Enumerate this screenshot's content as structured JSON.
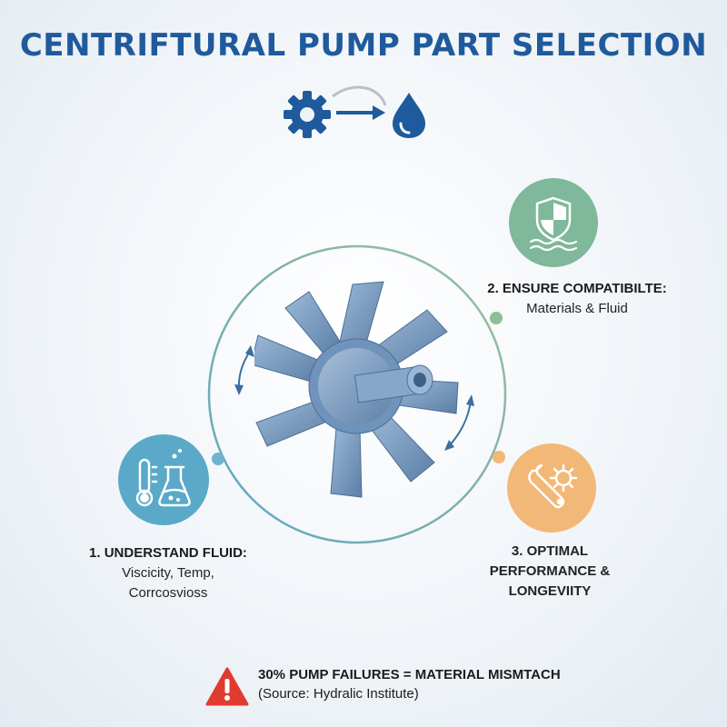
{
  "title": "CENTRIFTURAL PUMP PART SELECTION",
  "colors": {
    "title": "#1f5a9c",
    "step1": "#5aa9c8",
    "step2": "#7fb89a",
    "step3": "#f2b877",
    "warning": "#e03b2f",
    "impeller": "#6f93bb"
  },
  "header_icons": [
    "gear-icon",
    "arrow-right-icon",
    "water-drop-icon"
  ],
  "steps": [
    {
      "icon": "thermometer-flask-icon",
      "title": "1. UNDERSTAND FLUID:",
      "line2": "Viscicity, Temp,",
      "line3": "Corrcosvioss"
    },
    {
      "icon": "shield-waves-icon",
      "title": "2. ENSURE COMPATIBILTE:",
      "line2": "Materials & Fluid"
    },
    {
      "icon": "wrench-gear-icon",
      "line1": "3. OPTIMAL",
      "line2": "PERFORMANCE &",
      "line3": "LONGEVIITY"
    }
  ],
  "warning": {
    "icon": "warning-triangle-icon",
    "main": "30% PUMP FAILURES = MATERIAL MISMTACH",
    "source": "(Source: Hydralic Institute)"
  }
}
